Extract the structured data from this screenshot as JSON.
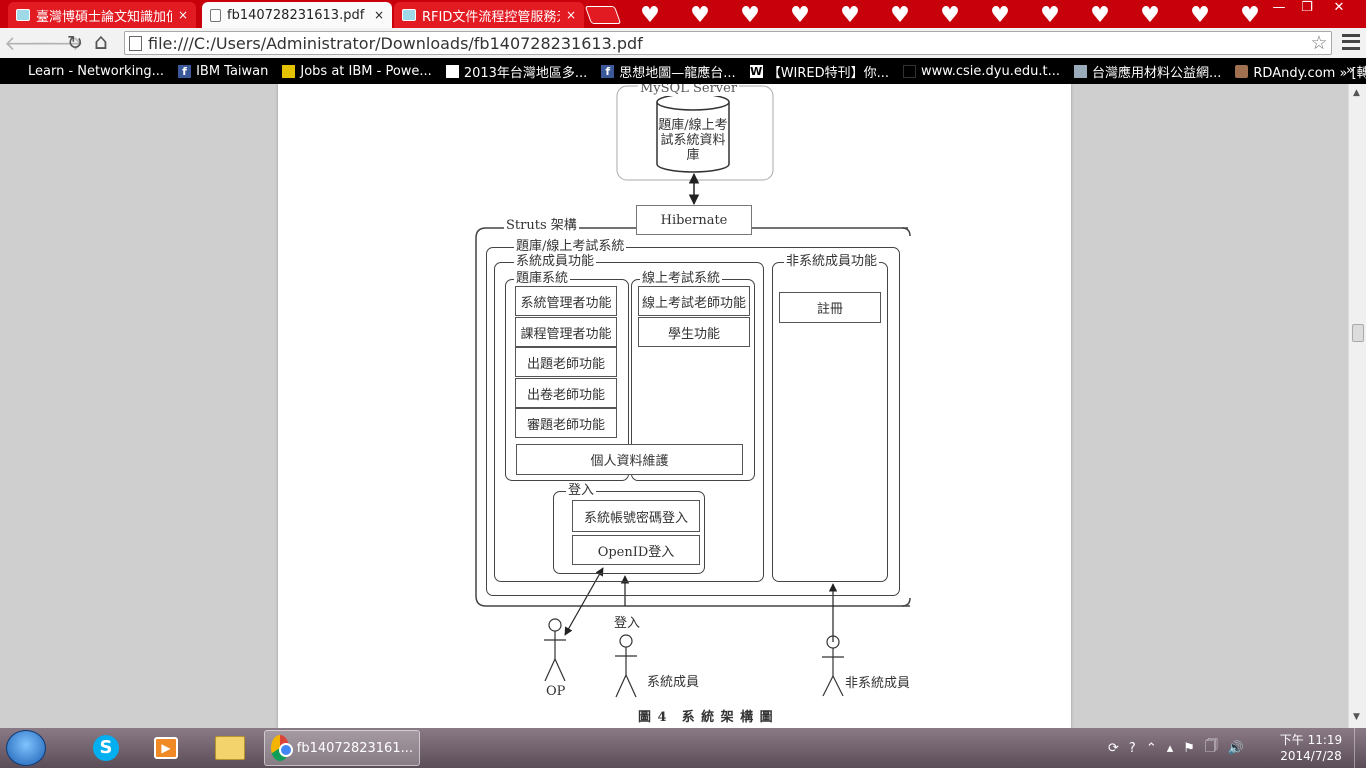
{
  "tabs": [
    {
      "title": "臺灣博碩士論文知識加值系",
      "close": "×",
      "state": "inactive"
    },
    {
      "title": "fb140728231613.pdf",
      "close": "×",
      "state": "active"
    },
    {
      "title": "RFID文件流程控管服務元",
      "close": "×",
      "state": "inactive"
    }
  ],
  "hearts": [
    "♥",
    "♥",
    "♥",
    "♥",
    "♥",
    "♥",
    "♥",
    "♥",
    "♥",
    "♥",
    "♥",
    "♥",
    "♥"
  ],
  "window_controls": {
    "minimize": "—",
    "restore": "❐",
    "close": "✕"
  },
  "toolbar": {
    "back": "🡐",
    "forward": "🡒",
    "reload": "↻",
    "home": "⌂",
    "star": "☆"
  },
  "address": {
    "url": "file:///C:/Users/Administrator/Downloads/fb140728231613.pdf"
  },
  "bookmarks": [
    {
      "label": "Learn - Networking...",
      "icon": "none"
    },
    {
      "label": "IBM Taiwan",
      "icon": "fb"
    },
    {
      "label": "Jobs at IBM - Powe...",
      "icon": "ibm"
    },
    {
      "label": "2013年台灣地區多...",
      "icon": "doc"
    },
    {
      "label": "思想地圖—龍應台...",
      "icon": "fb"
    },
    {
      "label": "【WIRED特刊】你...",
      "icon": "w"
    },
    {
      "label": "www.csie.dyu.edu.t...",
      "icon": "dyu"
    },
    {
      "label": "台灣應用材料公益網...",
      "icon": "web"
    },
    {
      "label": "RDAndy.com » [轉...",
      "icon": "face"
    }
  ],
  "bookmarks_more": "»",
  "diagram": {
    "mysql_label": "MySQL Server",
    "db_text_1": "題庫/線上考",
    "db_text_2": "試系統資料",
    "db_text_3": "庫",
    "hibernate": "Hibernate",
    "struts": "Struts 架構",
    "system": "題庫/線上考試系統",
    "member_func": "系統成員功能",
    "bank_system": "題庫系統",
    "bank_items": [
      "系統管理者功能",
      "課程管理者功能",
      "出題老師功能",
      "出卷老師功能",
      "審題老師功能"
    ],
    "personal": "個人資料維護",
    "exam_system": "線上考試系統",
    "exam_items": [
      "線上考試老師功能",
      "學生功能"
    ],
    "non_member_func": "非系統成員功能",
    "register": "註冊",
    "login": "登入",
    "login_items": [
      "系統帳號密碼登入",
      "OpenID登入"
    ],
    "login_arrow": "登入",
    "actor_op": "OP",
    "actor_member": "系統成員",
    "actor_nonmember": "非系統成員",
    "caption": "圖 4　系 統 架 構 圖"
  },
  "scrollbar": {
    "up": "▲",
    "down": "▼"
  },
  "taskbar": {
    "chrome_label": "fb14072823161...",
    "skype_glyph": "S",
    "media_glyph": "▶",
    "tray_icons": [
      "⟳",
      "?",
      "⌃",
      "▴",
      "⚑",
      "🗍",
      "🔊"
    ],
    "time": "下午 11:19",
    "date": "2014/7/28"
  }
}
